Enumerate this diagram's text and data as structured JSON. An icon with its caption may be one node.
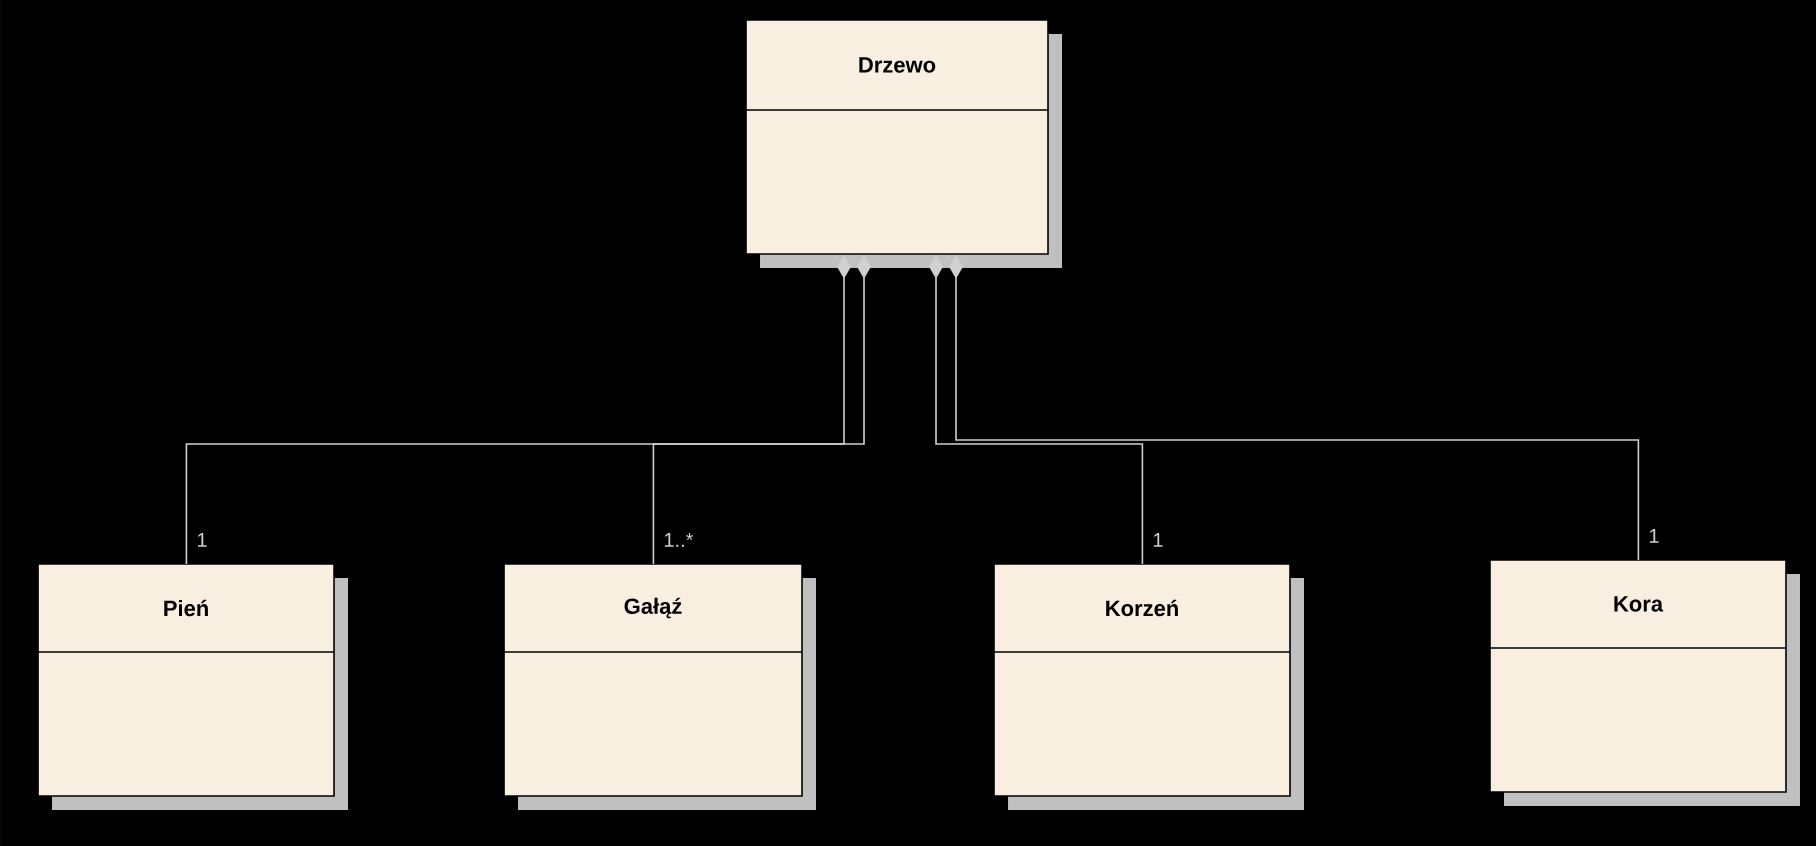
{
  "diagram": {
    "nodes": [
      {
        "text": [
          "Drzewo"
        ]
      },
      {
        "text": [
          "Pień"
        ]
      },
      {
        "text": [
          "Gałąź"
        ]
      },
      {
        "text": [
          "Korzeń"
        ]
      },
      {
        "text": [
          "Kora"
        ]
      }
    ],
    "edges": [
      {
        "from": 1,
        "to": 0,
        "arrow": "other",
        "label": "1"
      },
      {
        "from": 2,
        "to": 0,
        "arrow": "other",
        "label": "1..*"
      },
      {
        "from": 3,
        "to": 0,
        "arrow": "other",
        "label": "1"
      },
      {
        "from": 4,
        "to": 0,
        "arrow": "other",
        "label": "1"
      }
    ]
  }
}
